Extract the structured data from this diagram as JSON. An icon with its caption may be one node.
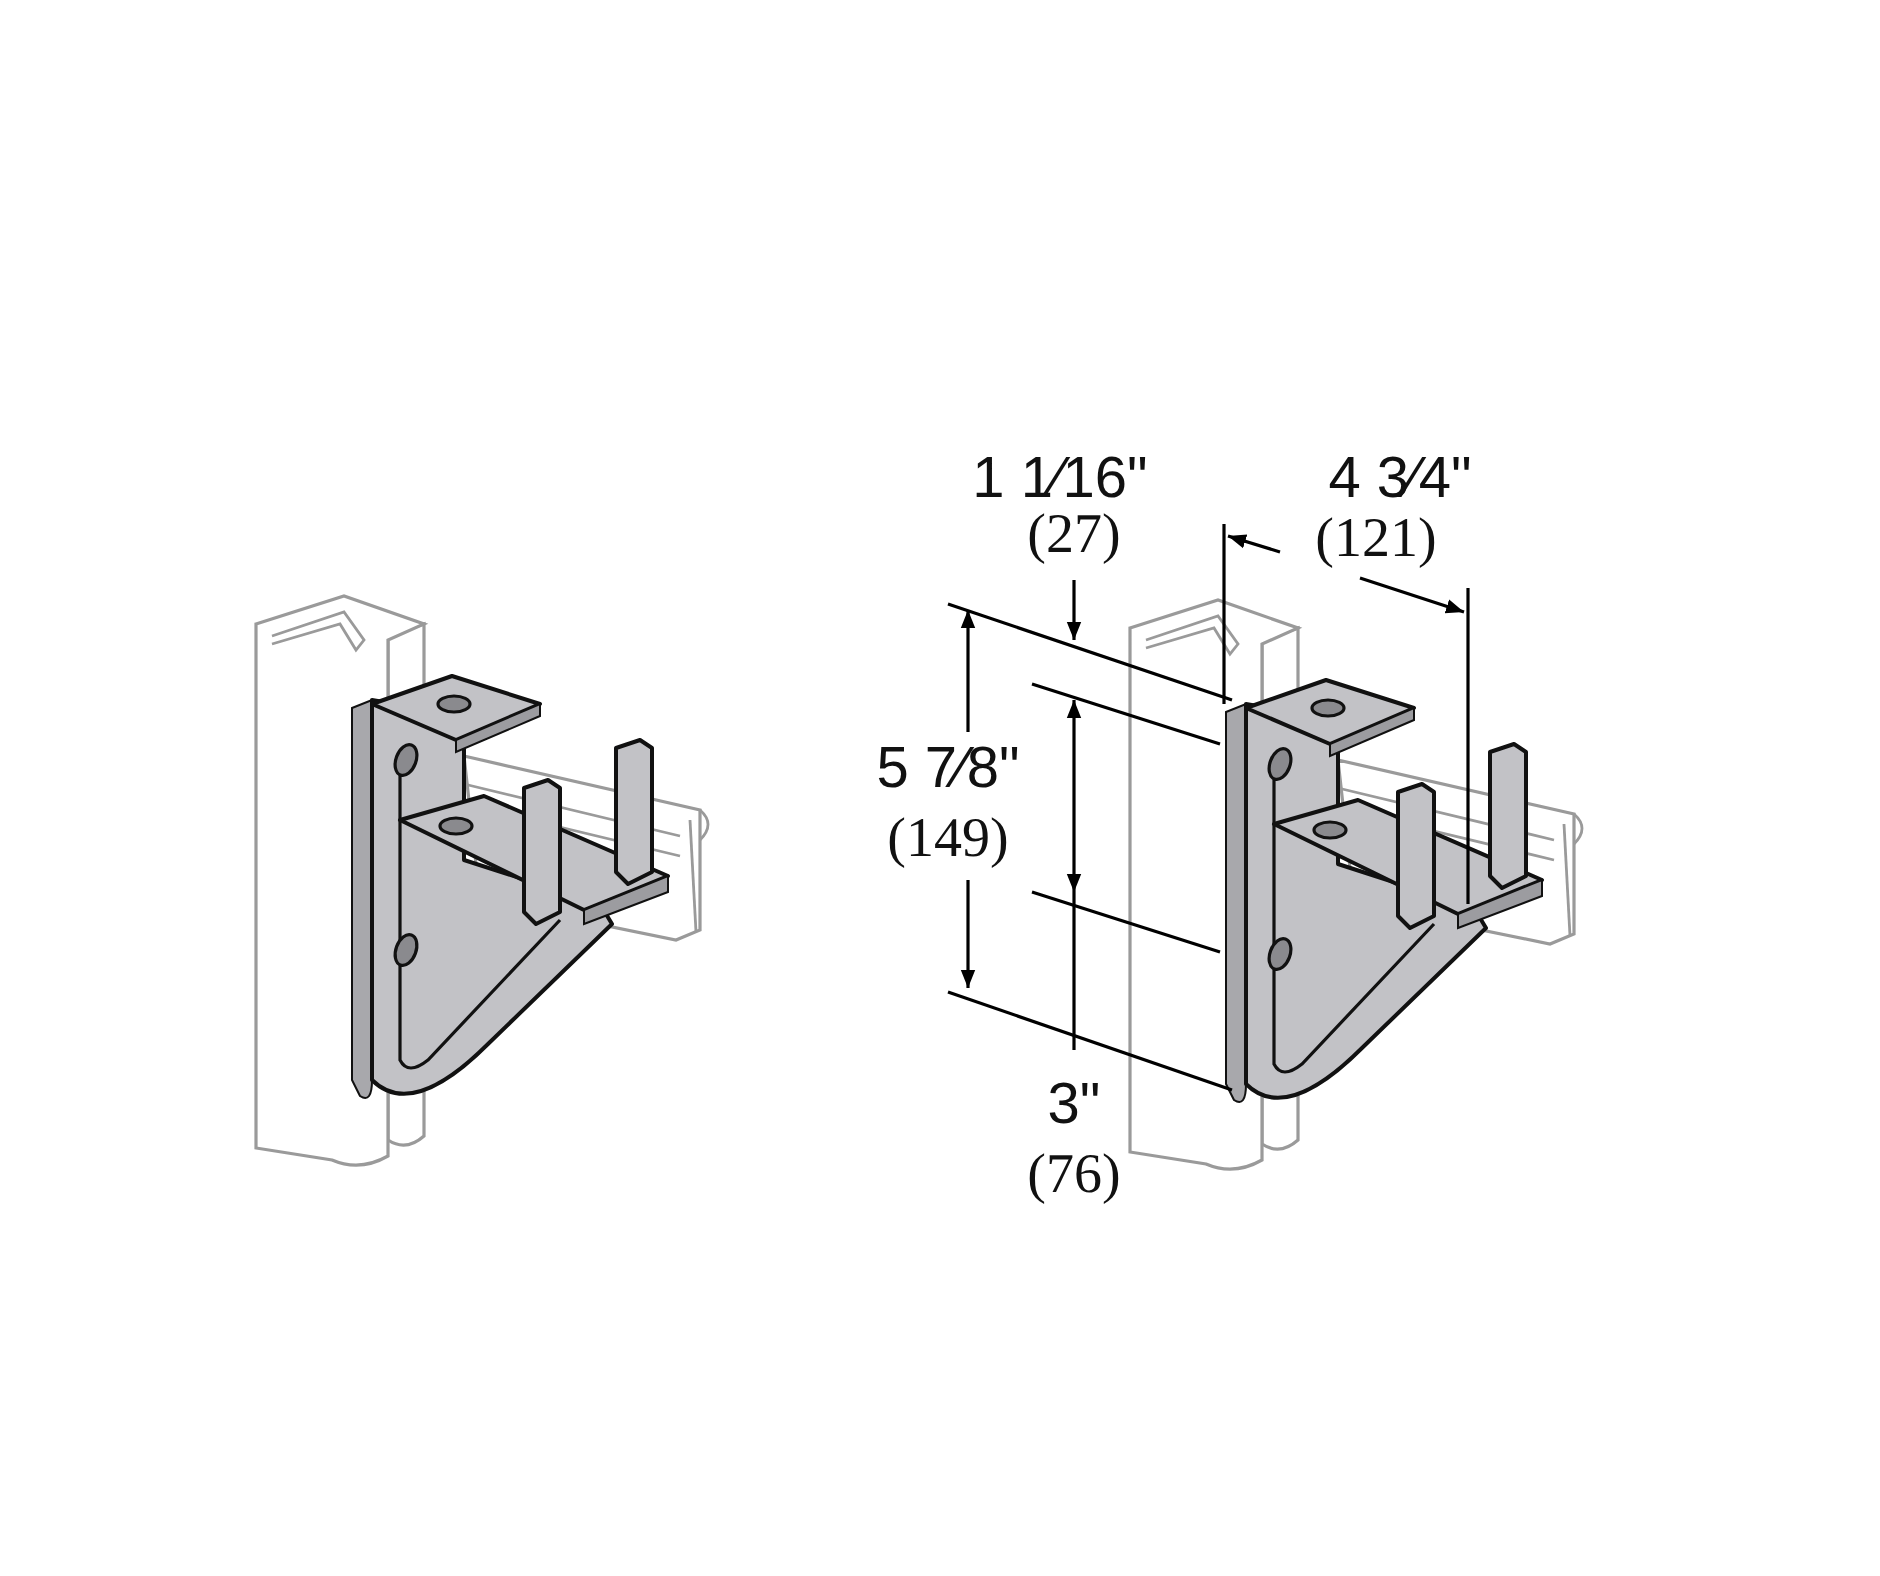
{
  "diagram": {
    "labels": [
      "1 1⁄16\"",
      "(27)",
      "4 3⁄4\"",
      "(121)",
      "5 7⁄8\"",
      "(149)",
      "3\"",
      "(76)"
    ]
  }
}
